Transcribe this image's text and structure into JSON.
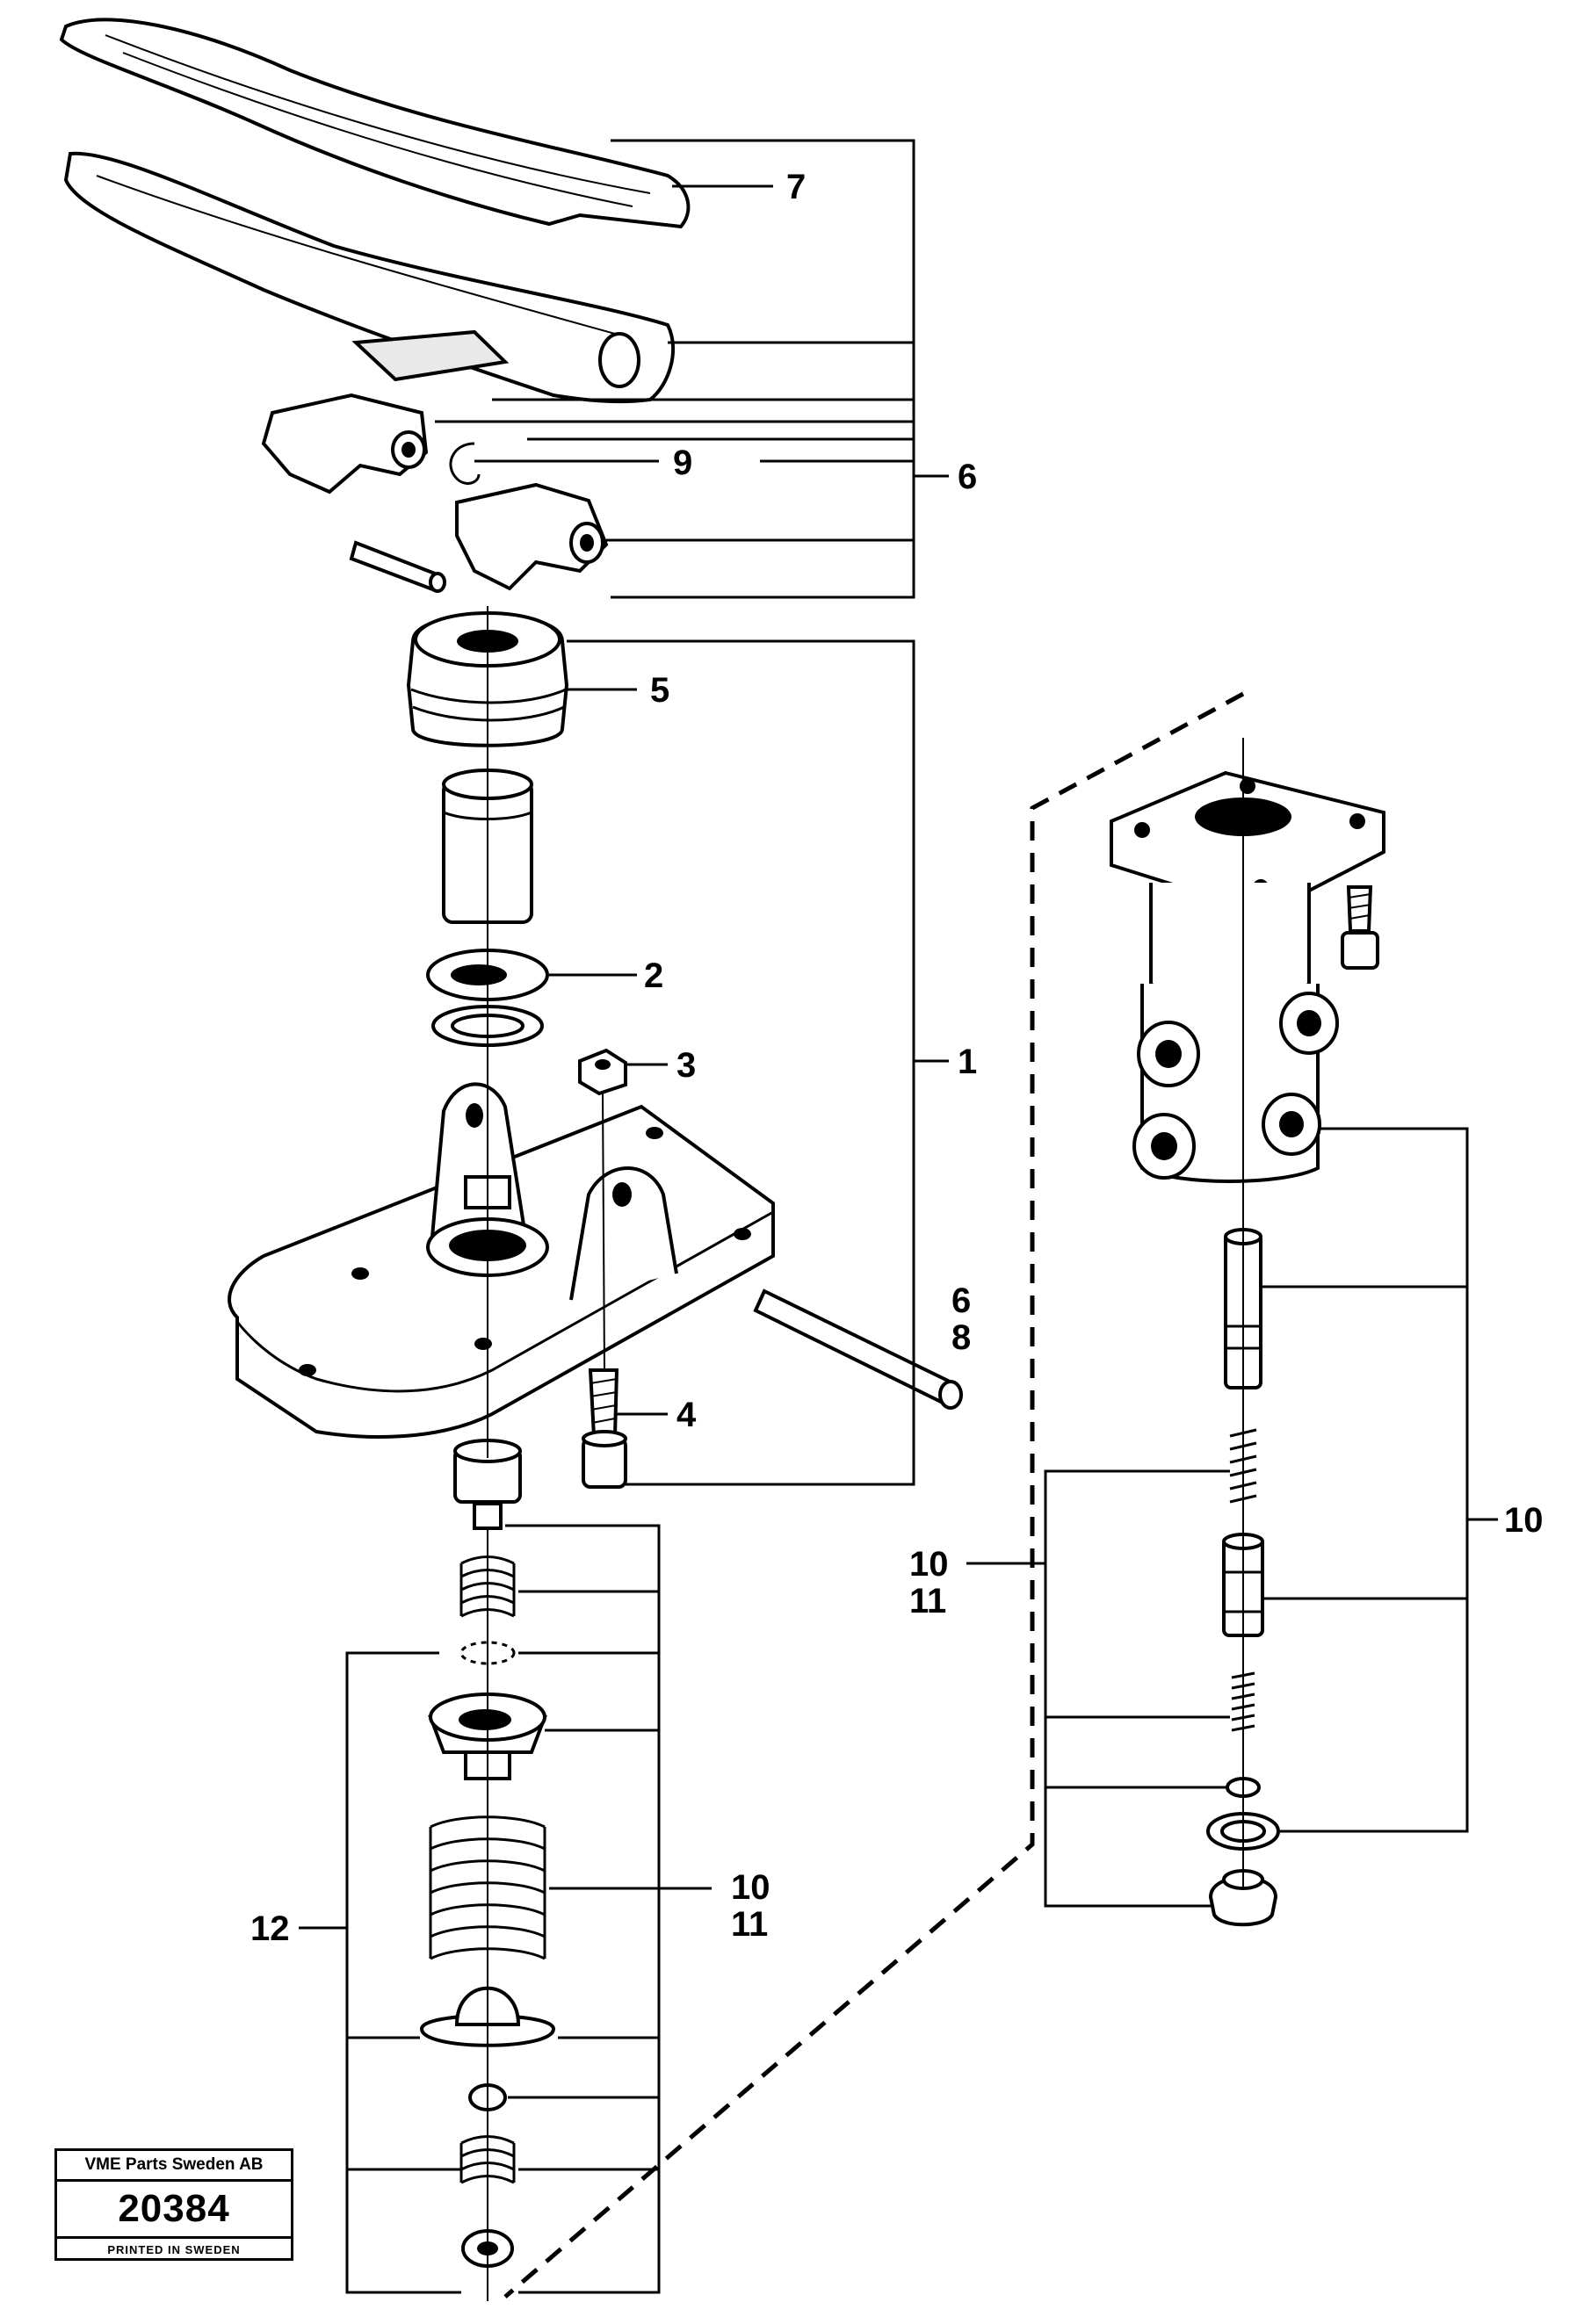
{
  "callouts": {
    "c1": "1",
    "c2": "2",
    "c3": "3",
    "c4": "4",
    "c5": "5",
    "c6a": "6",
    "c6b": "6",
    "c7": "7",
    "c8": "8",
    "c9": "9",
    "c10a": "10",
    "c11a": "11",
    "c10b": "10",
    "c10c": "10",
    "c11c": "11",
    "c12": "12"
  },
  "stamp": {
    "company": "VME Parts Sweden AB",
    "number": "20384",
    "printed": "PRINTED IN SWEDEN"
  }
}
